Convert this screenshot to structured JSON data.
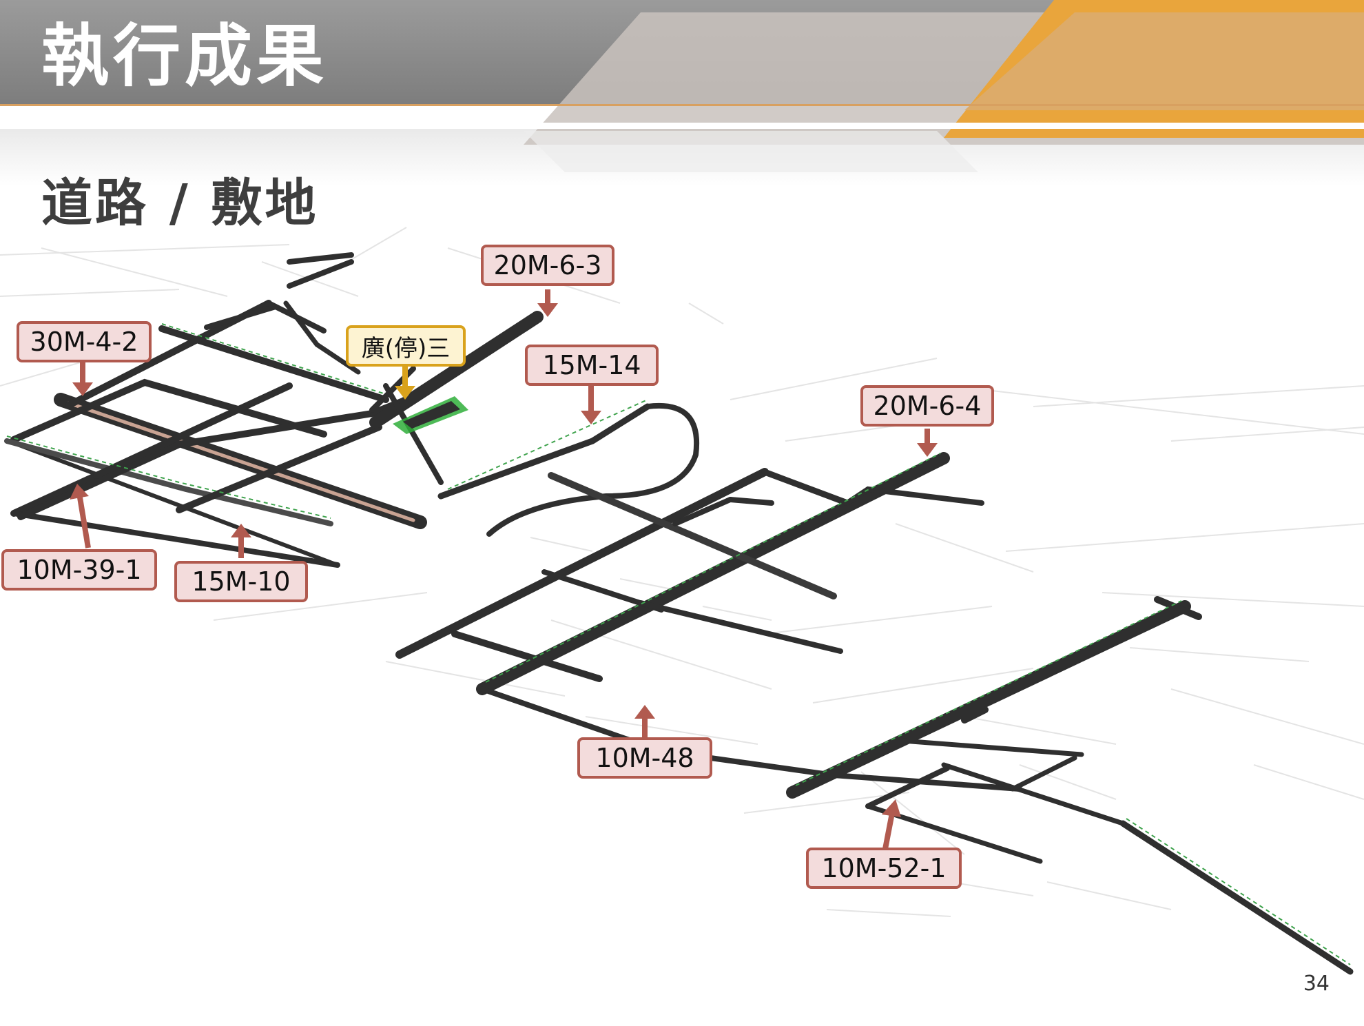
{
  "header": {
    "title": "執行成果",
    "subtitle": "道路 / 敷地",
    "colors": {
      "gray_band": "#8c8c8c",
      "orange_band": "#e9a53c",
      "stripe": "#d8a060"
    }
  },
  "map": {
    "road_color": "#2f2f2f",
    "median_color": "#c9a393",
    "green_edge_color": "#3fa34d",
    "plaza_color": "#2fae3a",
    "block_outline_color": "#e4e4e4"
  },
  "labels": [
    {
      "id": "30m-4-2",
      "text": "30M-4-2",
      "style": "red"
    },
    {
      "id": "20m-6-3",
      "text": "20M-6-3",
      "style": "red"
    },
    {
      "id": "guang-ting-san",
      "text": "廣(停)三",
      "style": "gold"
    },
    {
      "id": "15m-14",
      "text": "15M-14",
      "style": "red"
    },
    {
      "id": "20m-6-4",
      "text": "20M-6-4",
      "style": "red"
    },
    {
      "id": "10m-39-1",
      "text": "10M-39-1",
      "style": "red"
    },
    {
      "id": "15m-10",
      "text": "15M-10",
      "style": "red"
    },
    {
      "id": "10m-48",
      "text": "10M-48",
      "style": "red"
    },
    {
      "id": "10m-52-1",
      "text": "10M-52-1",
      "style": "red"
    }
  ],
  "page_number": "34"
}
